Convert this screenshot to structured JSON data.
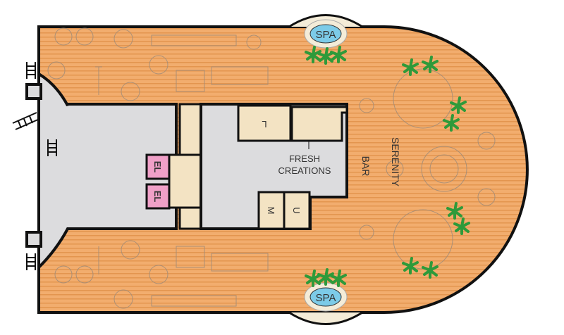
{
  "colors": {
    "deck": "#f2ad6e",
    "plank": "#e59a55",
    "interior": "#dcdcde",
    "service": "#f3e3c3",
    "elevator": "#f0a0c8",
    "spa": "#7ccbe8",
    "palm": "#2e9a3a",
    "wall": "#111111"
  },
  "labels": {
    "spa_top": "SPA",
    "spa_bottom": "SPA",
    "fresh": "FRESH",
    "creations": "CREATIONS",
    "serenity": "SERENITY",
    "bar": "BAR",
    "l": "L",
    "el1": "EL",
    "el2": "EL",
    "m": "M",
    "u": "U"
  }
}
